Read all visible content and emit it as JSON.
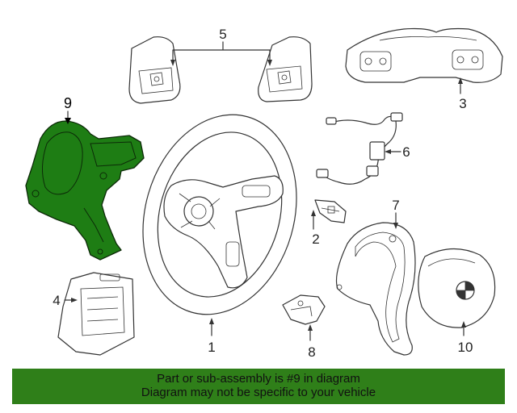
{
  "callouts": {
    "c1": "1",
    "c2": "2",
    "c3": "3",
    "c4": "4",
    "c5": "5",
    "c6": "6",
    "c7": "7",
    "c8": "8",
    "c9": "9",
    "c10": "10"
  },
  "highlighted_part": "9",
  "banner": {
    "line1": "Part or sub-assembly is #9 in diagram",
    "line2": "Diagram may not be specific to your vehicle"
  },
  "colors": {
    "highlight": "#1e7d14",
    "banner_bg": "#2f7f19"
  }
}
